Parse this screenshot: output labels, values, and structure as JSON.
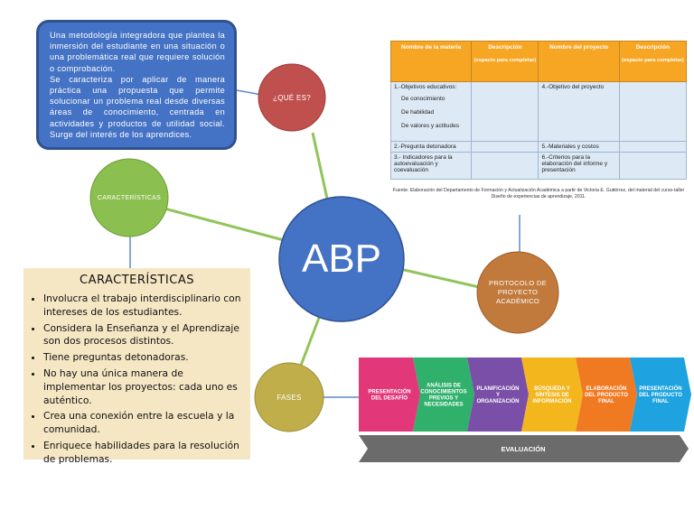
{
  "definition": {
    "paragraph1": "Una metodología integradora que plantea la inmersión del estudiante en una situación o una problemática real que requiere solución o comprobación.",
    "paragraph2": "Se caracteriza por aplicar de manera práctica una propuesta que permite solucionar un problema real desde diversas áreas de conocimiento, centrada en actividades y productos de utilidad social. Surge del interés de los aprendices."
  },
  "nodes": {
    "center": "ABP",
    "que_es": "¿QUÉ ES?",
    "caracteristicas": "CARACTERÍSTICAS",
    "protocolo": "PROTOCOLO DE PROYECTO ACADÉMICO",
    "fases": "FASES"
  },
  "colors": {
    "center": "#4472c4",
    "que_es": "#c0504d",
    "caracteristicas": "#8bbf4f",
    "protocolo": "#c17a3c",
    "fases": "#bfae4a",
    "connector": "#92c45a",
    "table_header": "#f6a623",
    "table_cell": "#dde9f5"
  },
  "characteristics": {
    "title": "CARACTERÍSTICAS",
    "items": [
      "Involucra el trabajo interdisciplinario con intereses de los estudiantes.",
      "Considera la Enseñanza y el Aprendizaje son dos procesos distintos.",
      "Tiene preguntas detonadoras.",
      "No hay una única manera de implementar los proyectos: cada uno es auténtico.",
      "Crea una conexión entre la escuela y la comunidad.",
      "Enriquece habilidades para la resolución de problemas."
    ]
  },
  "protocol_table": {
    "headers": [
      "Nombre de la materia",
      "Descripción",
      "Nombre del proyecto",
      "Descripción"
    ],
    "subheaders": [
      "",
      "(espacio para completar)",
      "",
      "(espacio para completar)"
    ],
    "row1_left_title": "1.-Objetivos educativos:",
    "row1_left_items": [
      "De conocimiento",
      "De habilidad",
      "De valores y actitudes"
    ],
    "row1_right": "4.-Objetivo del proyecto",
    "row2_left": "2.-Pregunta detonadora",
    "row2_right": "5.-Materiales y costos",
    "row3_left": "3.- Indicadores para la autoevaluación y coevaluación",
    "row3_right": "6.-Criterios para la elaboración del informe y presentación",
    "source": "Fuente: Elaboración del Departamento de Formación y Actualización Académica a partir de Victoria E. Gutiérrez, del material del curso-taller Diseño de experiencias de aprendizaje, 2011."
  },
  "phases": {
    "steps": [
      {
        "label": "PRESENTACIÓN DEL DESAFÍO",
        "color": "#e2387a"
      },
      {
        "label": "ANÁLISIS DE CONOCIMIENTOS PREVIOS Y NECESIDADES",
        "color": "#2fb06b"
      },
      {
        "label": "PLANIFICACIÓN Y ORGANIZACIÓN",
        "color": "#7a4fa8"
      },
      {
        "label": "BÚSQUEDA Y SÍNTESIS DE INFORMACIÓN",
        "color": "#f3b61d"
      },
      {
        "label": "ELABORACIÓN DEL PRODUCTO FINAL",
        "color": "#f07a22"
      },
      {
        "label": "PRESENTACIÓN DEL PRODUCTO FINAL",
        "color": "#1ea3e0"
      }
    ],
    "bar_label": "EVALUACIÓN",
    "bar_color": "#6b6b6b"
  }
}
